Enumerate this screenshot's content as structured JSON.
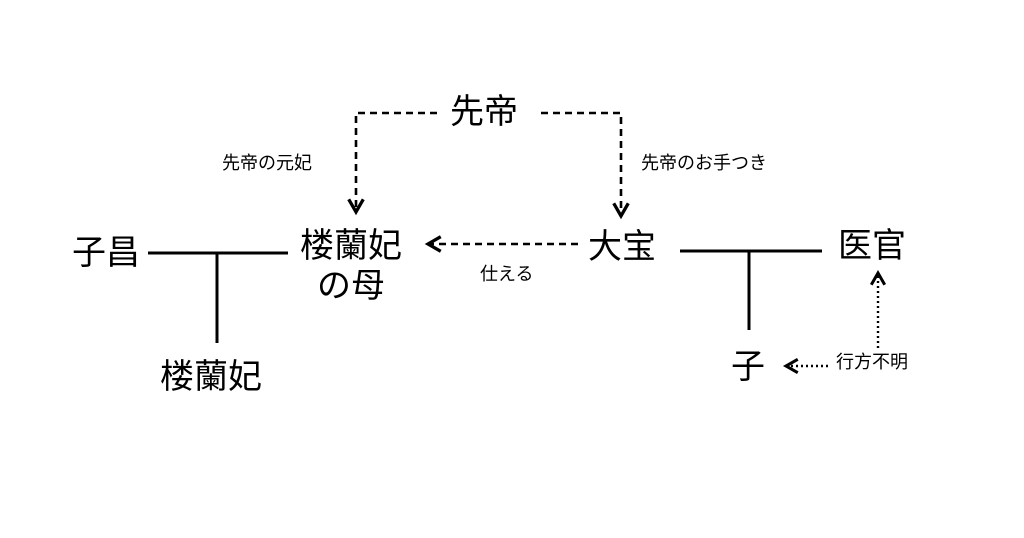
{
  "nodes": {
    "sentei": "先帝",
    "rouranhi_mother_line1": "楼蘭妃",
    "rouranhi_mother_line2": "の母",
    "shishou": "子昌",
    "rouranhi": "楼蘭妃",
    "taihou": "大宝",
    "ikan": "医官",
    "ko": "子"
  },
  "labels": {
    "former_consort": "先帝の元妃",
    "concubine": "先帝のお手つき",
    "serve": "仕える",
    "missing": "行方不明"
  },
  "colors": {
    "line": "#000000",
    "background": "#ffffff"
  }
}
